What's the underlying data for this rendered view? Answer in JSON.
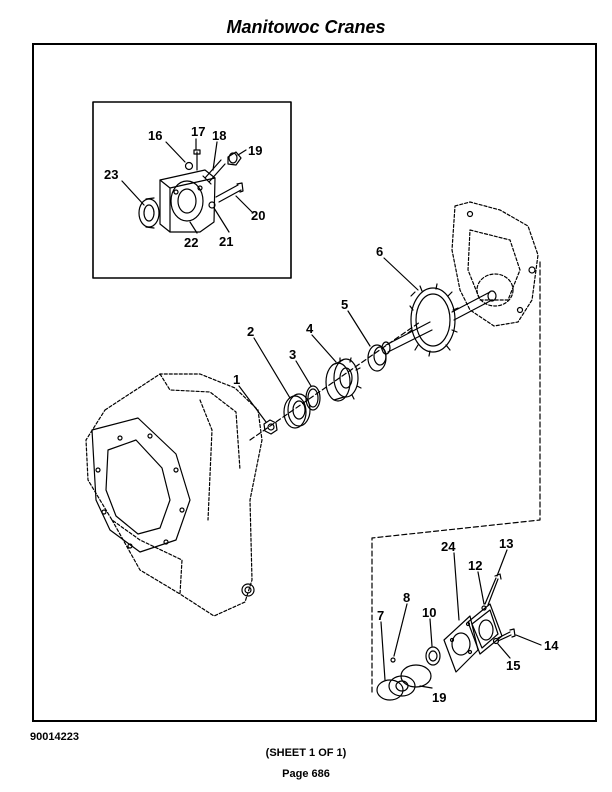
{
  "header": {
    "title": "Manitowoc Cranes"
  },
  "footer": {
    "doc_number": "90014223",
    "sheet": "(SHEET 1 OF 1)",
    "page": "Page 686"
  },
  "callouts": [
    {
      "id": "c1",
      "text": "1"
    },
    {
      "id": "c2",
      "text": "2"
    },
    {
      "id": "c3",
      "text": "3"
    },
    {
      "id": "c4",
      "text": "4"
    },
    {
      "id": "c5",
      "text": "5"
    },
    {
      "id": "c6",
      "text": "6"
    },
    {
      "id": "c7",
      "text": "7"
    },
    {
      "id": "c8",
      "text": "8"
    },
    {
      "id": "c10",
      "text": "10"
    },
    {
      "id": "c12",
      "text": "12"
    },
    {
      "id": "c13",
      "text": "13"
    },
    {
      "id": "c14",
      "text": "14"
    },
    {
      "id": "c15",
      "text": "15"
    },
    {
      "id": "c16",
      "text": "16"
    },
    {
      "id": "c17",
      "text": "17"
    },
    {
      "id": "c18",
      "text": "18"
    },
    {
      "id": "c19a",
      "text": "19"
    },
    {
      "id": "c19b",
      "text": "19"
    },
    {
      "id": "c20",
      "text": "20"
    },
    {
      "id": "c21",
      "text": "21"
    },
    {
      "id": "c22",
      "text": "22"
    },
    {
      "id": "c23",
      "text": "23"
    },
    {
      "id": "c24",
      "text": "24"
    }
  ]
}
